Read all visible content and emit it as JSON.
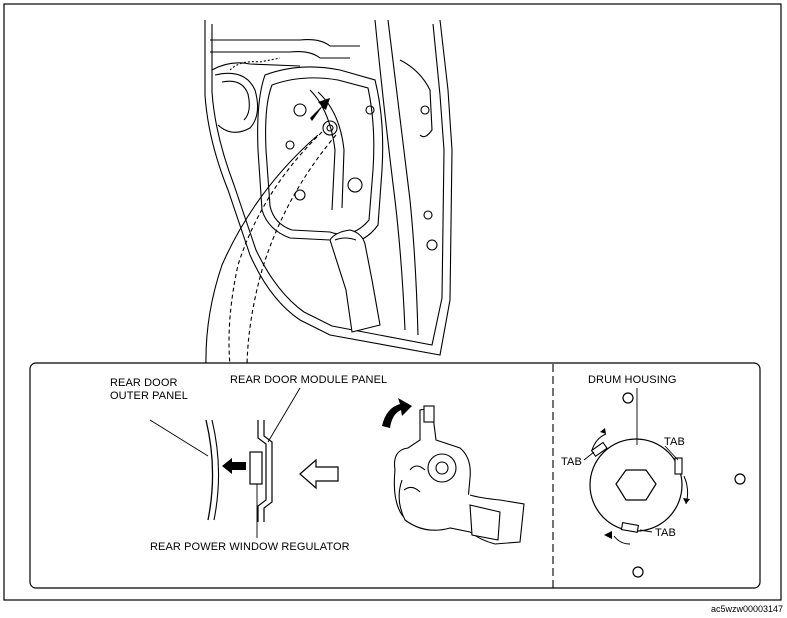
{
  "labels": {
    "outer_panel_line1": "REAR DOOR",
    "outer_panel_line2": "OUTER PANEL",
    "module_panel": "REAR DOOR MODULE PANEL",
    "regulator": "REAR POWER WINDOW REGULATOR",
    "drum_housing": "DRUM HOUSING",
    "tab_left": "TAB",
    "tab_right": "TAB",
    "tab_bottom": "TAB"
  },
  "figure_code": "ac5wzw00003147"
}
